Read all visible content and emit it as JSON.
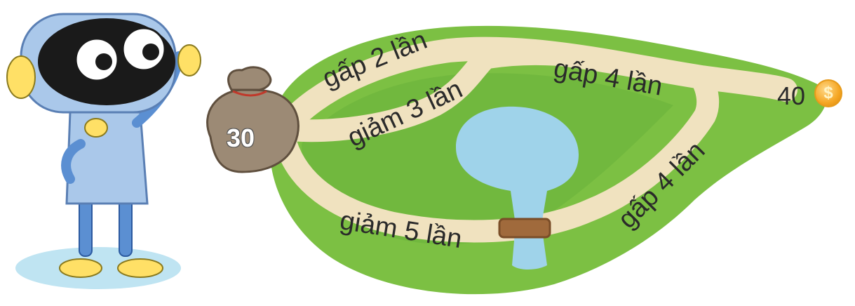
{
  "start": {
    "value": "30"
  },
  "goal": {
    "value": "40",
    "coin_icon": "dollar-coin-icon",
    "coin_symbol": "$"
  },
  "routes": {
    "top_first": "gấp 2 lần",
    "top_second": "gấp 4 lần",
    "middle": "giảm 3 lần",
    "bottom_first": "giảm 5 lần",
    "bottom_second": "gấp 4 lần"
  },
  "colors": {
    "grass": "#7cc043",
    "grass_dark": "#5aa83a",
    "path": "#f0e2bf",
    "pond": "#9fd3ea",
    "bag": "#9c8a75",
    "robot_body": "#aac8ea",
    "robot_joint": "#5b8fd2",
    "robot_ear": "#ffe066",
    "coin": "#f5a623"
  },
  "characters": {
    "robot_icon": "robot-icon",
    "money_bag_icon": "money-bag-icon"
  }
}
